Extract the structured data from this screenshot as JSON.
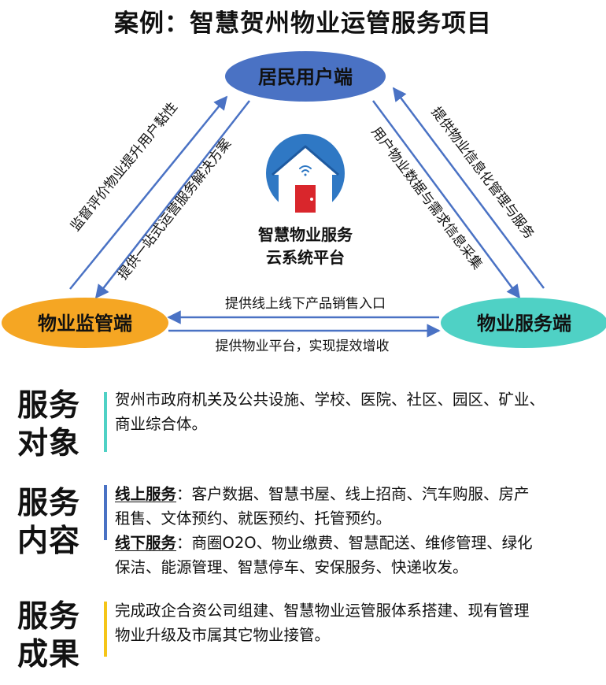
{
  "title": "案例：智慧贺州物业运管服务项目",
  "nodes": {
    "resident": "居民用户端",
    "supervision": "物业监管端",
    "service": "物业服务端"
  },
  "center": {
    "line1": "智慧物业服务",
    "line2": "云系统平台"
  },
  "edges": {
    "left_outer": "监督评价物业提升用户黏性",
    "left_inner": "提供一站式运营服务解决方案",
    "right_inner": "用户物业数据与需求信息采集",
    "right_outer": "提供物业信息化管理与服务",
    "bottom_top": "提供线上线下产品销售入口",
    "bottom_bottom": "提供物业平台，实现提效增收"
  },
  "sections": [
    {
      "head": [
        "服务",
        "对象"
      ],
      "bar_color": "#4fd1c5",
      "lines": [
        "贺州市政府机关及公共设施、学校、医院、社区、园区、矿业、",
        "商业综合体。"
      ]
    },
    {
      "head": [
        "服务",
        "内容"
      ],
      "bar_color": "#4a72c4",
      "online_label": "线上服务",
      "online_line1": "：客户数据、智慧书屋、线上招商、汽车购服、房产",
      "online_line2": "租售、文体预约、就医预约、托管预约。",
      "offline_label": "线下服务",
      "offline_line1": "：商圈O2O、物业缴费、智慧配送、维修管理、绿化",
      "offline_line2": "保洁、能源管理、智慧停车、安保服务、快递收发。"
    },
    {
      "head": [
        "服务",
        "成果"
      ],
      "bar_color": "#f5c518",
      "lines": [
        "完成政企合资公司组建、智慧物业运管服体系搭建、现有管理",
        "物业升级及市属其它物业接管。"
      ]
    }
  ],
  "colors": {
    "resident": "#4a72c4",
    "supervision": "#f5a623",
    "service": "#4fd1c5",
    "arrow": "#4a72c4",
    "house_circle": "#2f78c4",
    "door": "#d9262c"
  },
  "icons": [
    "house-icon",
    "wifi-icon"
  ]
}
